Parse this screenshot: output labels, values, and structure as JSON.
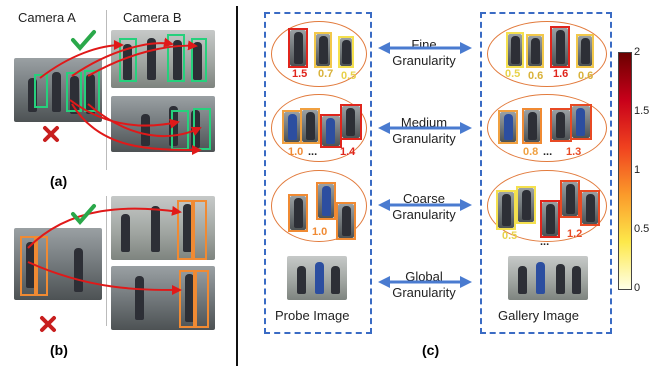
{
  "panel_a": {
    "camera_a": "Camera A",
    "camera_b": "Camera B",
    "label": "(a)"
  },
  "panel_b": {
    "label": "(b)"
  },
  "panel_c": {
    "label": "(c)",
    "probe_caption": "Probe Image",
    "gallery_caption": "Gallery Image",
    "rows": [
      {
        "line1": "Fine",
        "line2": "Granularity",
        "probe_values": [
          "1.5",
          "0.7",
          "0.5"
        ],
        "gallery_values": [
          "0.5",
          "0.6",
          "1.6",
          "0.6"
        ]
      },
      {
        "line1": "Medium",
        "line2": "Granularity",
        "probe_values": [
          "1.0",
          "...",
          "1.4"
        ],
        "gallery_values": [
          "0.8",
          "...",
          "1.3"
        ]
      },
      {
        "line1": "Coarse",
        "line2": "Granularity",
        "probe_values": [
          "1.0"
        ],
        "gallery_values": [
          "0.5",
          "...",
          "1.2"
        ]
      },
      {
        "line1": "Global",
        "line2": "Granularity",
        "probe_values": [],
        "gallery_values": []
      }
    ]
  },
  "colorbar": {
    "ticks": [
      "2",
      "1.5",
      "1",
      "0.5",
      "0"
    ],
    "colors": [
      "#6b0000",
      "#c8001a",
      "#f0421f",
      "#fb9a2a",
      "#fde84a",
      "#ffffe6"
    ]
  },
  "colors": {
    "match_check": "#2aa84a",
    "reject_cross": "#c81e1e",
    "arrow_red": "#e01919",
    "dash_blue": "#3a6bc4",
    "ellipse_orange": "#e27b3d"
  }
}
